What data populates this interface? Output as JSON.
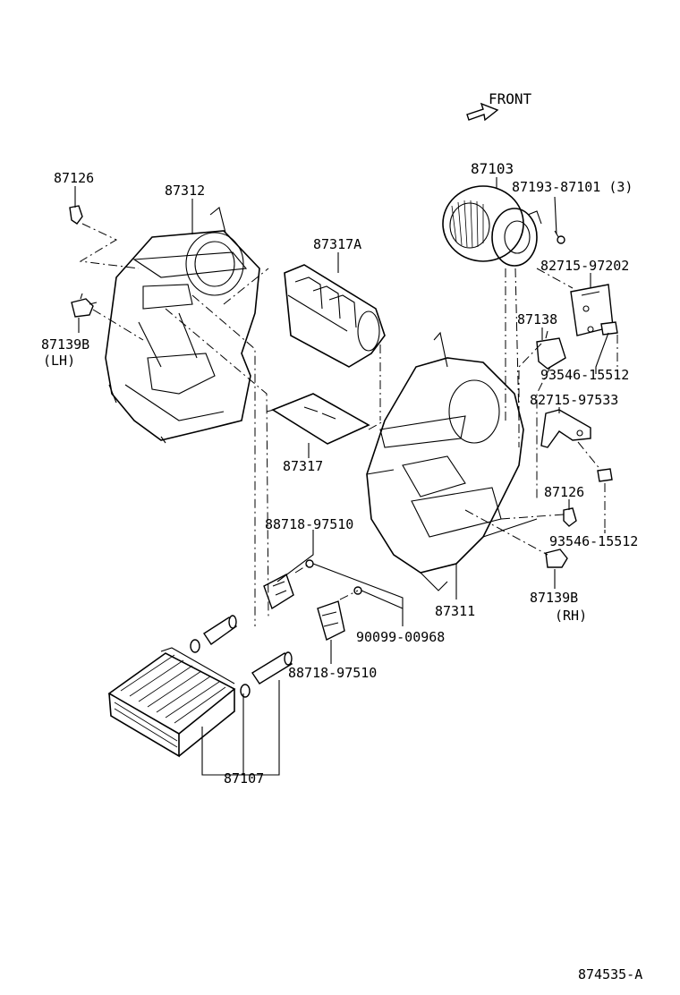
{
  "orientation": {
    "label": "FRONT"
  },
  "diagram_code": "874535-A",
  "parts": {
    "p87126_lh": "87126",
    "p87312": "87312",
    "p87317a": "87317A",
    "p87139b_lh": "87139B",
    "lh_note": "(LH)",
    "p87317": "87317",
    "p87103": "87103",
    "p87193": "87193-87101 (3)",
    "p82715_97202": "82715-97202",
    "p87138": "87138",
    "p93546_a": "93546-15512",
    "p82715_97533": "82715-97533",
    "p87126_rh": "87126",
    "p93546_b": "93546-15512",
    "p87139b_rh": "87139B",
    "rh_note": "(RH)",
    "p88718_a": "88718-97510",
    "p87311": "87311",
    "p90099": "90099-00968",
    "p88718_b": "88718-97510",
    "p87107": "87107"
  },
  "icons": [
    "front-arrow-icon",
    "blower-motor-fan",
    "heater-core",
    "heater-case-upper",
    "heater-case-lower",
    "air-filter",
    "resistor",
    "bracket",
    "screw",
    "clip",
    "pipe",
    "clamp"
  ]
}
